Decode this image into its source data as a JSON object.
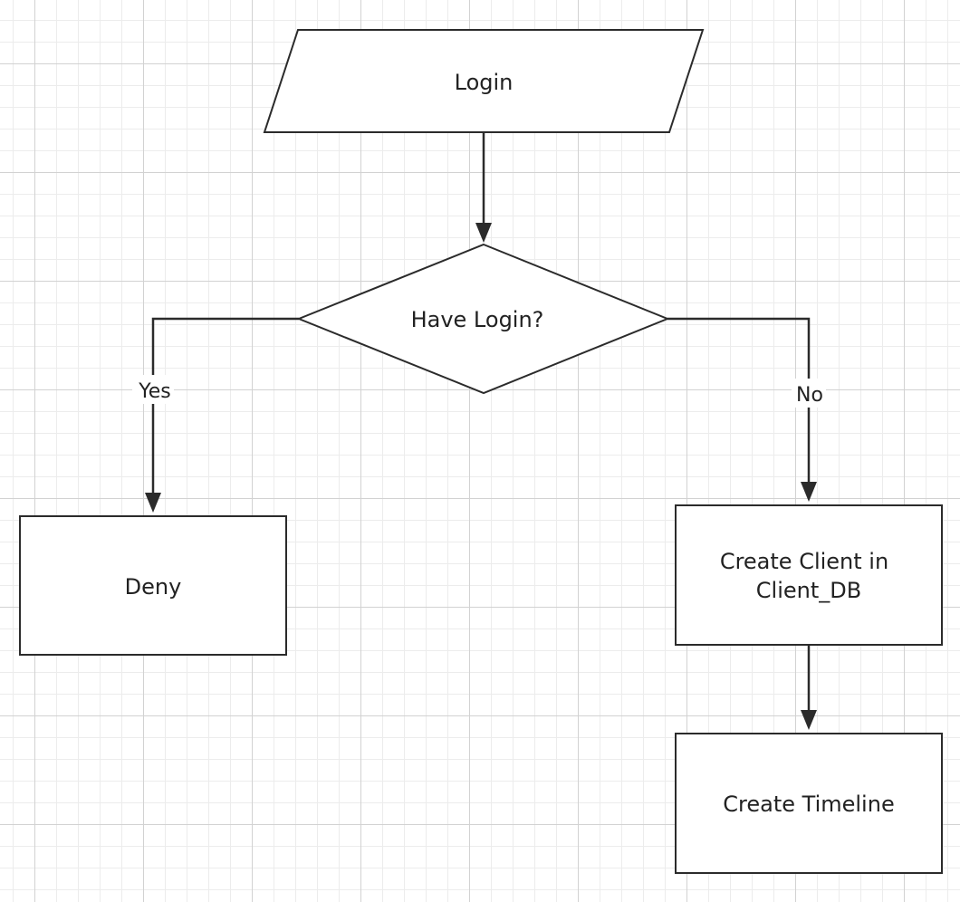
{
  "diagram": {
    "nodes": {
      "login": {
        "label": "Login",
        "shape": "parallelogram"
      },
      "have_login": {
        "label": "Have Login?",
        "shape": "diamond"
      },
      "deny": {
        "label": "Deny",
        "shape": "rectangle"
      },
      "create_client": {
        "label_line1": "Create Client in",
        "label_line2": "Client_DB",
        "shape": "rectangle"
      },
      "create_timeline": {
        "label": "Create Timeline",
        "shape": "rectangle"
      }
    },
    "edges": {
      "login_to_decision": {
        "from": "Login",
        "to": "Have Login?"
      },
      "yes": {
        "label": "Yes",
        "from": "Have Login?",
        "to": "Deny"
      },
      "no": {
        "label": "No",
        "from": "Have Login?",
        "to": "Create Client in Client_DB"
      },
      "client_to_timeline": {
        "from": "Create Client in Client_DB",
        "to": "Create Timeline"
      }
    },
    "colors": {
      "stroke": "#2b2b2b",
      "fill": "#ffffff",
      "grid": "#d2d2d2",
      "text": "#222222"
    }
  }
}
